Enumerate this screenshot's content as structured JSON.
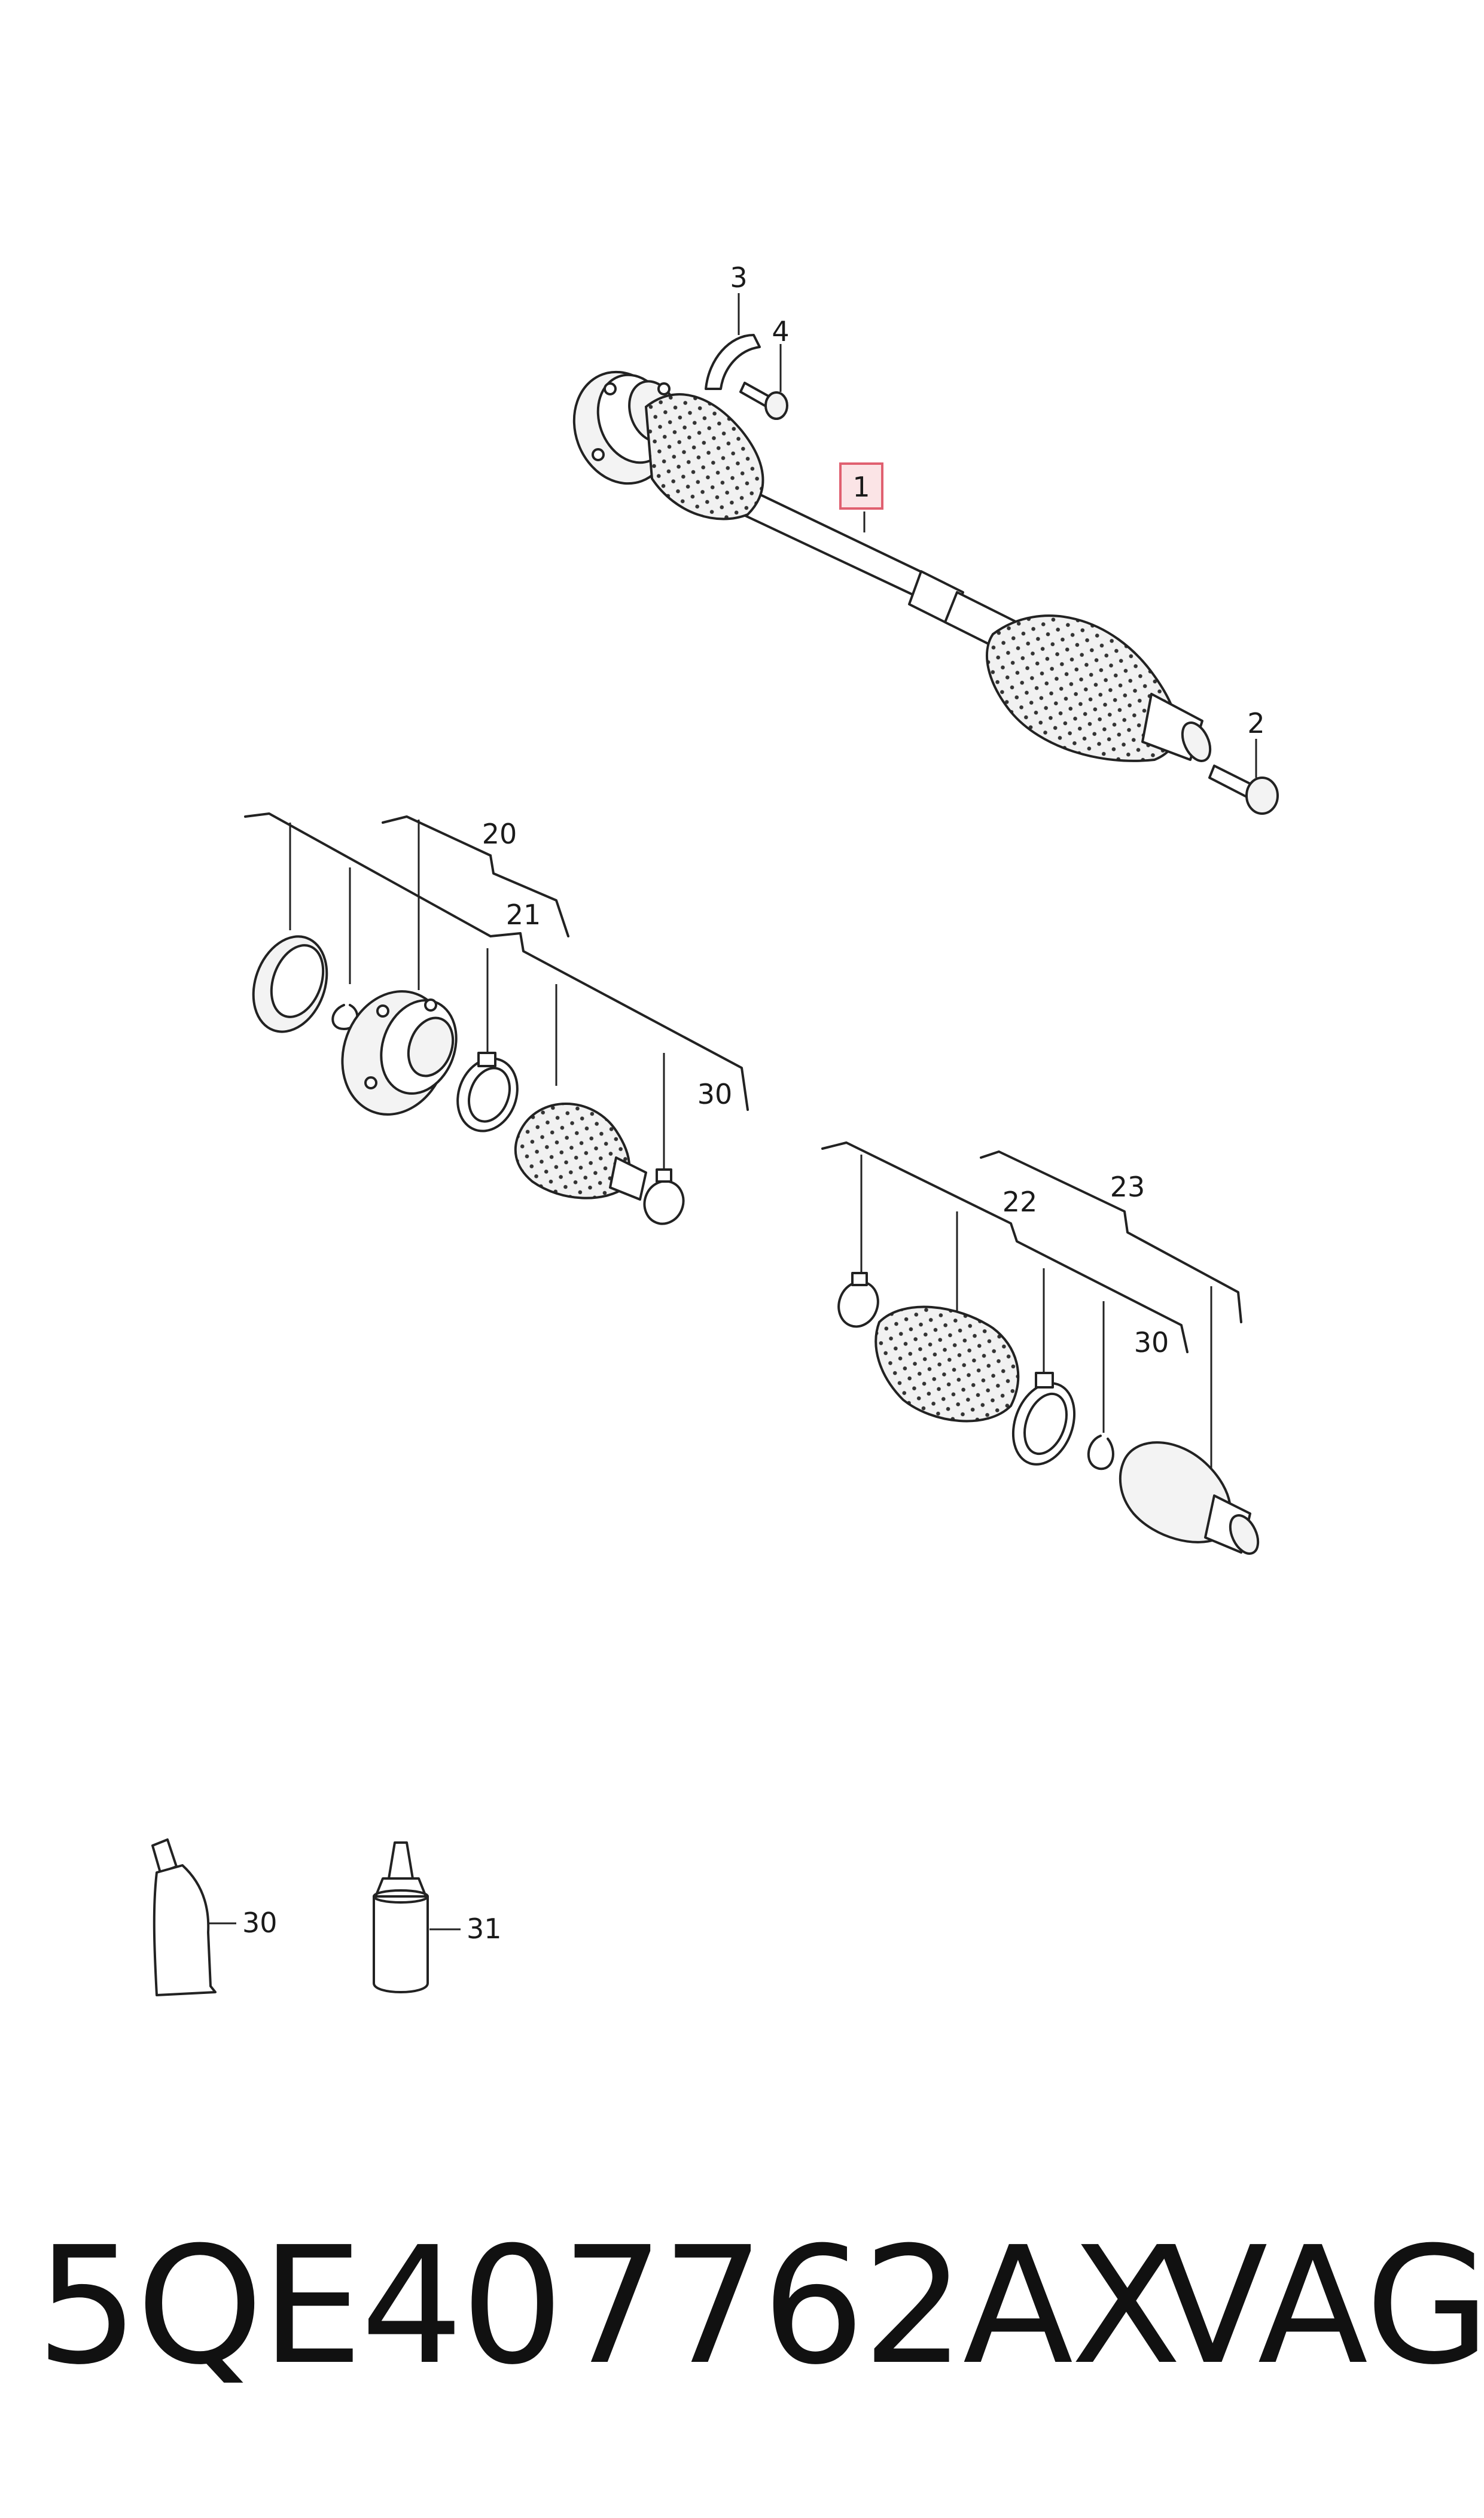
{
  "callouts": {
    "c1": "1",
    "c2": "2",
    "c3": "3",
    "c4": "4",
    "c20": "20",
    "c21": "21",
    "c22": "22",
    "c23": "23",
    "c30a": "30",
    "c30b": "30",
    "c30c": "30",
    "c31": "31"
  },
  "footer": {
    "part_number": "5QE407762AX",
    "brand": "VAG"
  },
  "colors": {
    "highlight_box": "#e06070",
    "line": "#222222"
  }
}
